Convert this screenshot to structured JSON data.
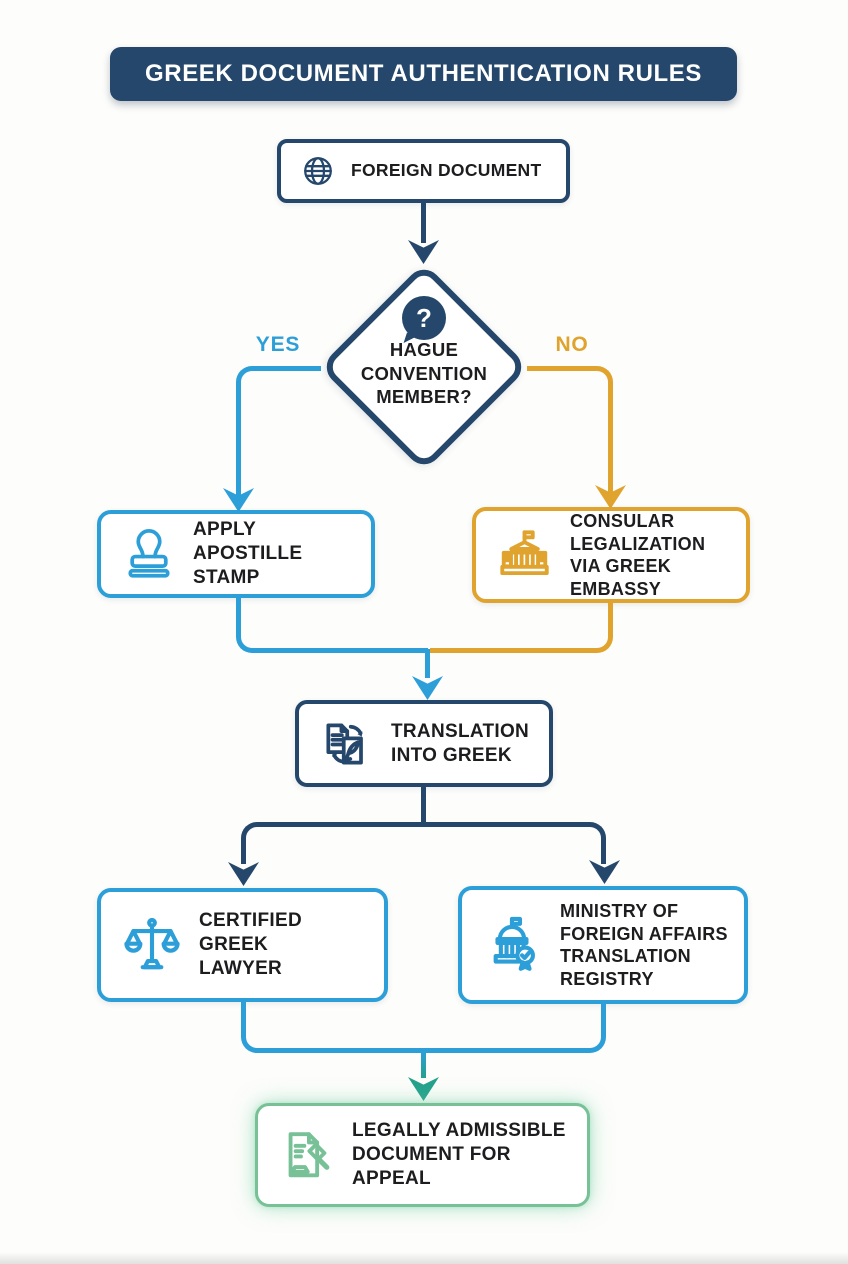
{
  "title": "GREEK DOCUMENT AUTHENTICATION RULES",
  "branch_labels": {
    "yes": "YES",
    "no": "NO"
  },
  "decision_glyph": "?",
  "nodes": {
    "foreign": {
      "label": "FOREIGN DOCUMENT",
      "icon": "globe-icon"
    },
    "decision": {
      "label": "HAGUE CONVENTION MEMBER?",
      "icon": "question-bubble-icon"
    },
    "apostille": {
      "label": "APPLY APOSTILLE STAMP",
      "icon": "rubber-stamp-icon"
    },
    "consular": {
      "label": "CONSULAR LEGALIZATION VIA GREEK EMBASSY",
      "icon": "embassy-building-icon"
    },
    "translation": {
      "label": "TRANSLATION INTO GREEK",
      "icon": "document-translation-icon"
    },
    "lawyer": {
      "label": "CERTIFIED GREEK LAWYER",
      "icon": "scales-of-justice-icon"
    },
    "ministry": {
      "label": "MINISTRY OF FOREIGN AFFAIRS TRANSLATION REGISTRY",
      "icon": "government-building-icon"
    },
    "outcome": {
      "label": "LEGALLY ADMISSIBLE DOCUMENT FOR APPEAL",
      "icon": "document-gavel-icon"
    }
  },
  "colors": {
    "navy": "#24476b",
    "blue": "#2d9fd8",
    "orange": "#dfa32e",
    "teal": "#23a18c",
    "green": "#78c197",
    "ink": "#1d1d1f",
    "bg": "#fdfdfb"
  }
}
